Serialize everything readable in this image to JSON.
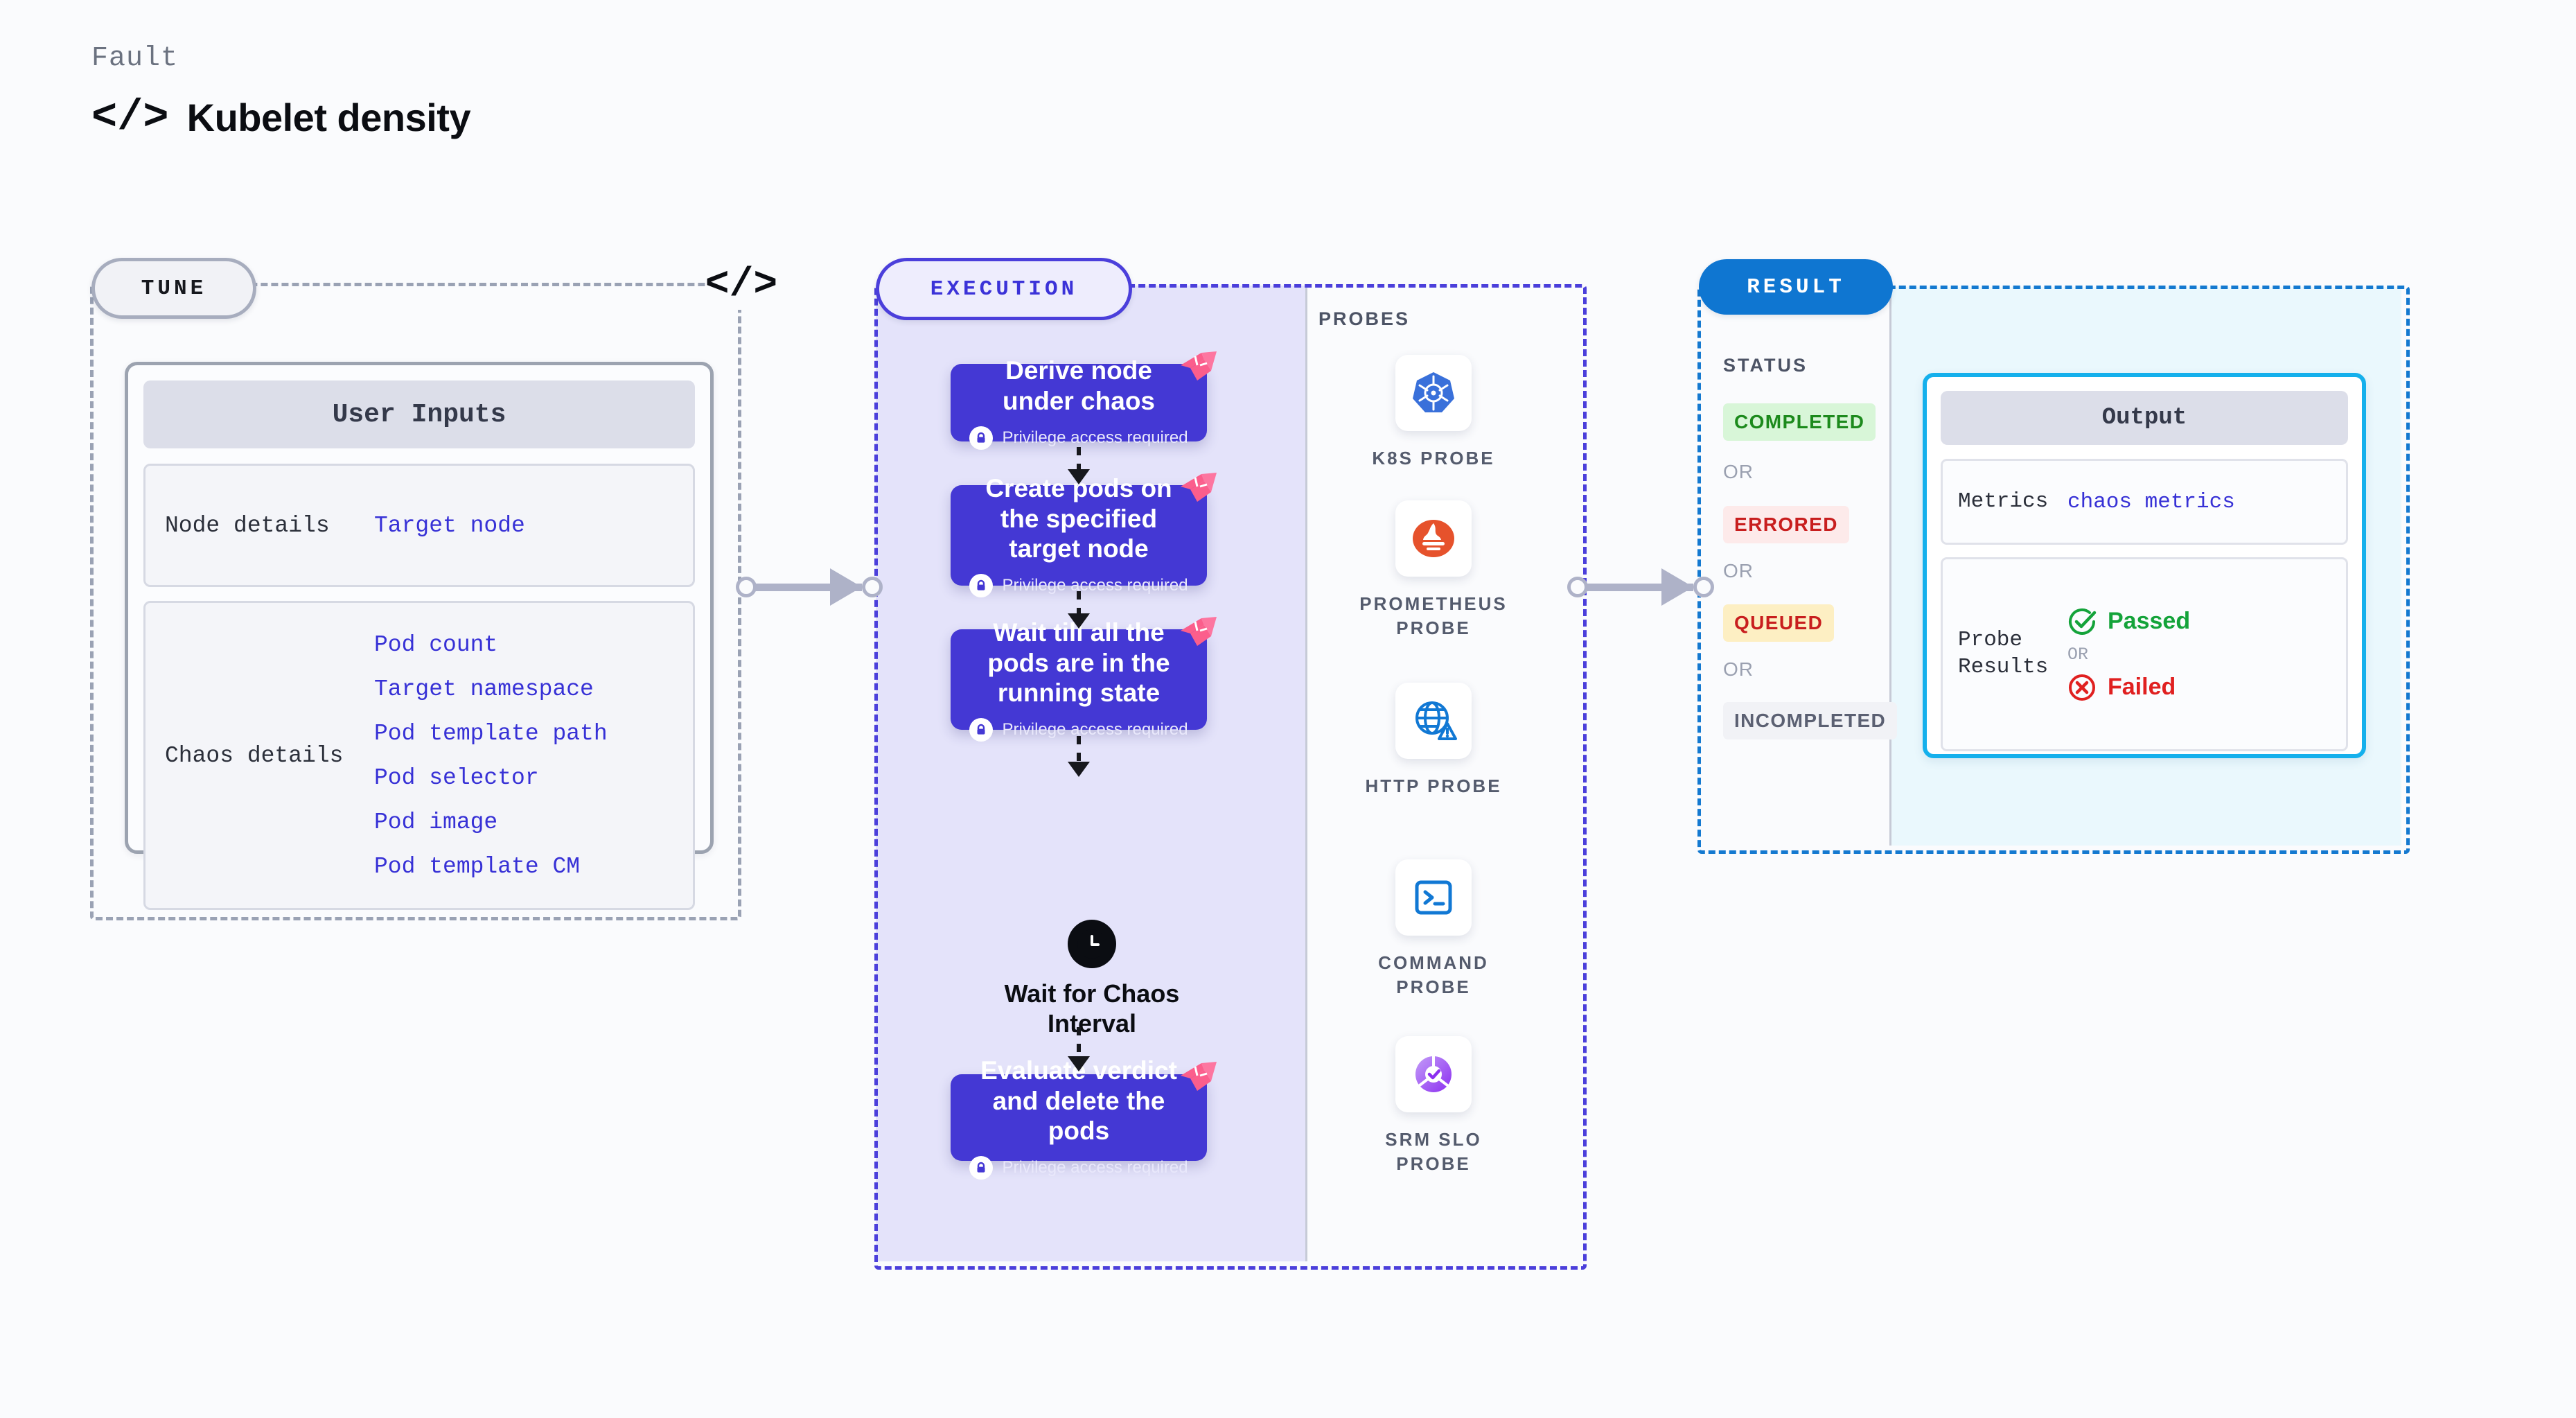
{
  "header": {
    "fault_label": "Fault",
    "code_icon": "code-icon",
    "title": "Kubelet density"
  },
  "tune": {
    "pill_label": "TUNE",
    "card_title": "User Inputs",
    "rows": [
      {
        "label": "Node details",
        "values": [
          "Target node"
        ]
      },
      {
        "label": "Chaos details",
        "values": [
          "Pod count",
          "Target namespace",
          "Pod template path",
          "Pod selector",
          "Pod image",
          "Pod template CM"
        ]
      }
    ]
  },
  "execution": {
    "pill_label": "EXECUTION",
    "privilege_note": "Privilege access required",
    "steps": [
      {
        "title": "Derive node under chaos"
      },
      {
        "title": "Create pods on the specified target node"
      },
      {
        "title": "Wait till all the pods are in the running state"
      },
      {
        "title": "Evaluate verdict and delete the pods"
      }
    ],
    "wait": {
      "label": "Wait for Chaos Interval",
      "icon": "clock-icon"
    }
  },
  "probes": {
    "section_label": "PROBES",
    "items": [
      {
        "name": "K8S PROBE",
        "icon": "kubernetes-icon"
      },
      {
        "name": "PROMETHEUS PROBE",
        "icon": "prometheus-icon"
      },
      {
        "name": "HTTP PROBE",
        "icon": "globe-warning-icon"
      },
      {
        "name": "COMMAND PROBE",
        "icon": "terminal-icon"
      },
      {
        "name": "SRM SLO PROBE",
        "icon": "srm-slo-icon"
      }
    ]
  },
  "result": {
    "pill_label": "RESULT",
    "status_label": "STATUS",
    "or_label": "OR",
    "statuses": [
      {
        "label": "COMPLETED",
        "bg": "#d8f6d8",
        "fg": "#1c8a1c"
      },
      {
        "label": "ERRORED",
        "bg": "#fdeaea",
        "fg": "#c81e1e"
      },
      {
        "label": "QUEUED",
        "bg": "#fdefc3",
        "fg": "#c81e1e"
      },
      {
        "label": "INCOMPLETED",
        "bg": "#f1f2f6",
        "fg": "#5b6072"
      }
    ],
    "output": {
      "title": "Output",
      "metrics_label": "Metrics",
      "metrics_value": "chaos metrics",
      "probe_results_label": "Probe Results",
      "passed_label": "Passed",
      "failed_label": "Failed",
      "or_label": "OR"
    }
  },
  "colors": {
    "canvas": "#fafbfd",
    "execution_accent": "#4438d4",
    "result_accent": "#0f76d1",
    "output_border": "#15b0ec",
    "link": "#3731d6",
    "ribbon": "#fb5e8c"
  }
}
